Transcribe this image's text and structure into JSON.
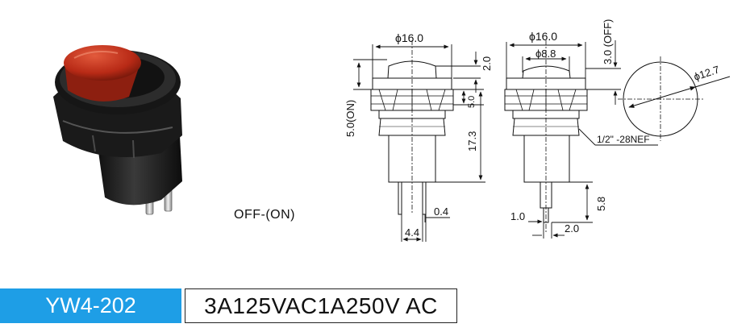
{
  "product": {
    "model": "YW4-202",
    "rating": "3A125VAC1A250V AC",
    "circuit_mode": "OFF-(ON)"
  },
  "front_view": {
    "diameter": "ϕ16.0",
    "cap_height": "2.0",
    "travel_on": "5.0(ON)",
    "flange": "5.0",
    "body_length": "17.3",
    "terminal_width": "0.4",
    "terminal_pitch": "4.4"
  },
  "side_view": {
    "diameter": "ϕ16.0",
    "cap_diameter": "ϕ8.8",
    "travel_off": "3.0 (OFF)",
    "thread": "1/2\" -28NEF",
    "terminal_length": "5.8",
    "terminal_offset": "1.0",
    "terminal_span": "2.0"
  },
  "panel_cutout": {
    "diameter": "ϕ12.7"
  },
  "colors": {
    "accent": "#1e9ee6",
    "cap_red": "#c0311c",
    "body_black": "#1a1a1a"
  }
}
